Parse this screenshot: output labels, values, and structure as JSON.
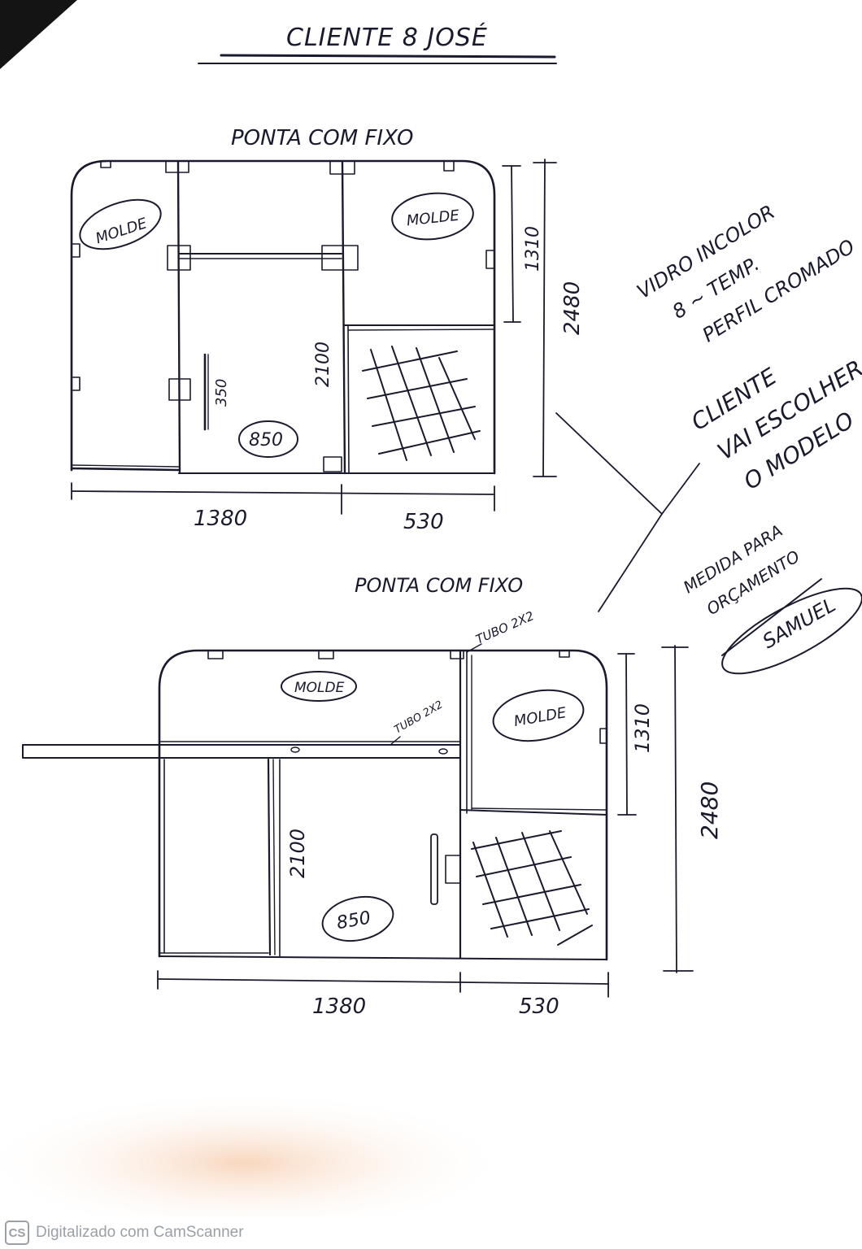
{
  "header": {
    "client": "CLIENTE 8 JOSÉ"
  },
  "drawing_top": {
    "title": "PONTA COM FIXO",
    "molde_left": "MOLDE",
    "molde_right": "MOLDE",
    "door_width": "850",
    "handle": "350",
    "height_door": "2100",
    "height_fixed": "1310",
    "height_total": "2480",
    "width_main": "1380",
    "width_side": "530"
  },
  "drawing_bottom": {
    "title": "PONTA COM FIXO",
    "tube_label_top": "TUBO 2X2",
    "tube_label_mid": "TUBO 2X2",
    "molde_left": "MOLDE",
    "molde_right": "MOLDE",
    "door_width": "850",
    "height_door": "2100",
    "height_fixed": "1310",
    "height_total": "2480",
    "width_main": "1380",
    "width_side": "530"
  },
  "notes": {
    "spec": [
      "VIDRO INCOLOR",
      "8 ~ TEMP.",
      "PERFIL CROMADO"
    ],
    "client_choice": [
      "CLIENTE",
      "VAI ESCOLHER",
      "O MODELO"
    ],
    "budget": [
      "MEDIDA PARA",
      "ORÇAMENTO"
    ],
    "signature": "SAMUEL"
  },
  "footer": {
    "logo": "CS",
    "text": "Digitalizado com CamScanner"
  }
}
